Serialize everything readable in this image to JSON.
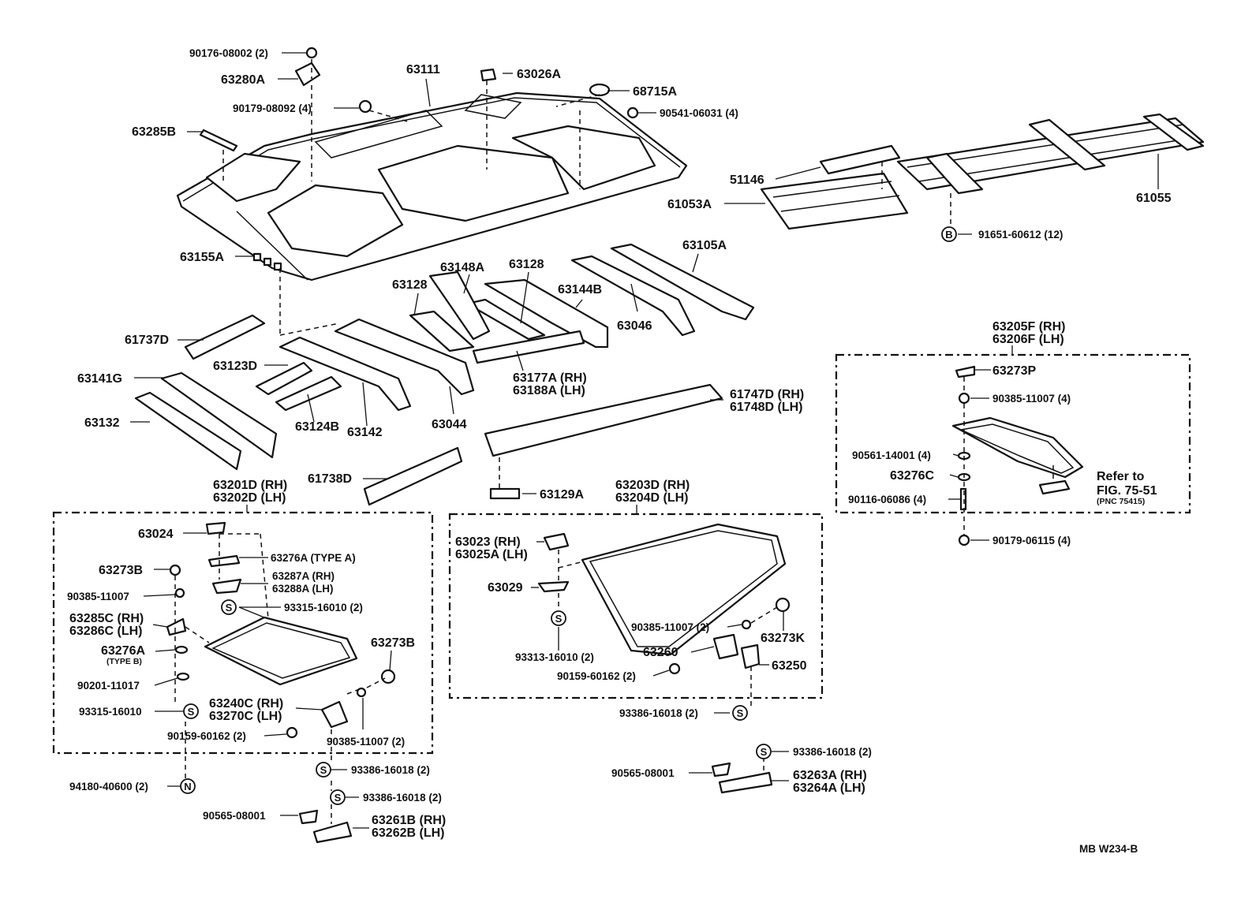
{
  "diagram": {
    "code": "MB W234-B",
    "roof_top": [
      {
        "key": "p90176",
        "text": "90176-08002 (2)"
      },
      {
        "key": "p63280A",
        "text": "63280A"
      },
      {
        "key": "p63111",
        "text": "63111"
      },
      {
        "key": "p63026A",
        "text": "63026A"
      },
      {
        "key": "p68715A",
        "text": "68715A"
      },
      {
        "key": "p90179a",
        "text": "90179-08092 (4)"
      },
      {
        "key": "p90541",
        "text": "90541-06031 (4)"
      },
      {
        "key": "p63285B",
        "text": "63285B"
      },
      {
        "key": "p63155A",
        "text": "63155A"
      }
    ],
    "rack": [
      {
        "key": "p51146",
        "text": "51146"
      },
      {
        "key": "p61053A",
        "text": "61053A"
      },
      {
        "key": "p61055",
        "text": "61055"
      },
      {
        "key": "p91651",
        "text": "91651-60612 (12)"
      }
    ],
    "frame": [
      {
        "key": "p63105A",
        "text": "63105A"
      },
      {
        "key": "p63148A",
        "text": "63148A"
      },
      {
        "key": "p63128a",
        "text": "63128"
      },
      {
        "key": "p63128b",
        "text": "63128"
      },
      {
        "key": "p63144B",
        "text": "63144B"
      },
      {
        "key": "p63046",
        "text": "63046"
      },
      {
        "key": "p61737D",
        "text": "61737D"
      },
      {
        "key": "p63123D",
        "text": "63123D"
      },
      {
        "key": "p63141G",
        "text": "63141G"
      },
      {
        "key": "p63132",
        "text": "63132"
      },
      {
        "key": "p63124B",
        "text": "63124B"
      },
      {
        "key": "p63142",
        "text": "63142"
      },
      {
        "key": "p63044",
        "text": "63044"
      },
      {
        "key": "p63177A",
        "text": "63177A (RH)"
      },
      {
        "key": "p63188A",
        "text": "63188A (LH)"
      },
      {
        "key": "p61747D",
        "text": "61747D (RH)"
      },
      {
        "key": "p61748D",
        "text": "61748D (LH)"
      },
      {
        "key": "p61738D",
        "text": "61738D"
      },
      {
        "key": "p63129A",
        "text": "63129A"
      }
    ],
    "box_right": {
      "title_rh": "63205F (RH)",
      "title_lh": "63206F (LH)",
      "items": [
        {
          "key": "p63273P",
          "text": "63273P"
        },
        {
          "key": "p90385r",
          "text": "90385-11007 (4)"
        },
        {
          "key": "p90561",
          "text": "90561-14001 (4)"
        },
        {
          "key": "p63276C",
          "text": "63276C"
        },
        {
          "key": "p90116",
          "text": "90116-06086 (4)"
        },
        {
          "key": "p90179b",
          "text": "90179-06115 (4)"
        }
      ],
      "refer1": "Refer to",
      "refer2": "FIG. 75-51",
      "refer3": "(PNC 75415)"
    },
    "box_left": {
      "title_rh": "63201D (RH)",
      "title_lh": "63202D (LH)",
      "items": [
        {
          "key": "p63024",
          "text": "63024"
        },
        {
          "key": "p63276A",
          "text": "63276A (TYPE A)"
        },
        {
          "key": "p63273Ba",
          "text": "63273B"
        },
        {
          "key": "p63287A",
          "text": "63287A (RH)"
        },
        {
          "key": "p63288A",
          "text": "63288A (LH)"
        },
        {
          "key": "p90385la",
          "text": "90385-11007"
        },
        {
          "key": "p93315a",
          "text": "93315-16010 (2)"
        },
        {
          "key": "p63285C",
          "text": "63285C (RH)"
        },
        {
          "key": "p63286C",
          "text": "63286C (LH)"
        },
        {
          "key": "p63276Ab",
          "text": "63276A"
        },
        {
          "key": "p typeB",
          "text": "(TYPE B)"
        },
        {
          "key": "p63273Bb",
          "text": "63273B"
        },
        {
          "key": "p90201",
          "text": "90201-11017"
        },
        {
          "key": "p93315b",
          "text": "93315-16010"
        },
        {
          "key": "p63240C",
          "text": "63240C (RH)"
        },
        {
          "key": "p63270C",
          "text": "63270C (LH)"
        },
        {
          "key": "p90159a",
          "text": "90159-60162 (2)"
        },
        {
          "key": "p90385lb",
          "text": "90385-11007 (2)"
        }
      ]
    },
    "box_mid": {
      "title_rh": "63203D (RH)",
      "title_lh": "63204D (LH)",
      "items": [
        {
          "key": "p63023",
          "text": "63023 (RH)"
        },
        {
          "key": "p63025A",
          "text": "63025A (LH)"
        },
        {
          "key": "p63029",
          "text": "63029"
        },
        {
          "key": "p93313",
          "text": "93313-16010 (2)"
        },
        {
          "key": "p90385m",
          "text": "90385-11007 (2)"
        },
        {
          "key": "p63273K",
          "text": "63273K"
        },
        {
          "key": "p63260",
          "text": "63260"
        },
        {
          "key": "p63250",
          "text": "63250"
        },
        {
          "key": "p90159b",
          "text": "90159-60162 (2)"
        }
      ]
    },
    "bottom": [
      {
        "key": "p94180",
        "text": "94180-40600 (2)"
      },
      {
        "key": "p93386a",
        "text": "93386-16018 (2)"
      },
      {
        "key": "p93386b",
        "text": "93386-16018 (2)"
      },
      {
        "key": "p90565a",
        "text": "90565-08001"
      },
      {
        "key": "p63261B",
        "text": "63261B (RH)"
      },
      {
        "key": "p63262B",
        "text": "63262B (LH)"
      },
      {
        "key": "p93386c",
        "text": "93386-16018 (2)"
      },
      {
        "key": "p93386d",
        "text": "93386-16018 (2)"
      },
      {
        "key": "p90565b",
        "text": "90565-08001"
      },
      {
        "key": "p63263A",
        "text": "63263A (RH)"
      },
      {
        "key": "p63264A",
        "text": "63264A (LH)"
      }
    ],
    "symbols": {
      "s": "S",
      "b": "B",
      "n": "N"
    }
  }
}
